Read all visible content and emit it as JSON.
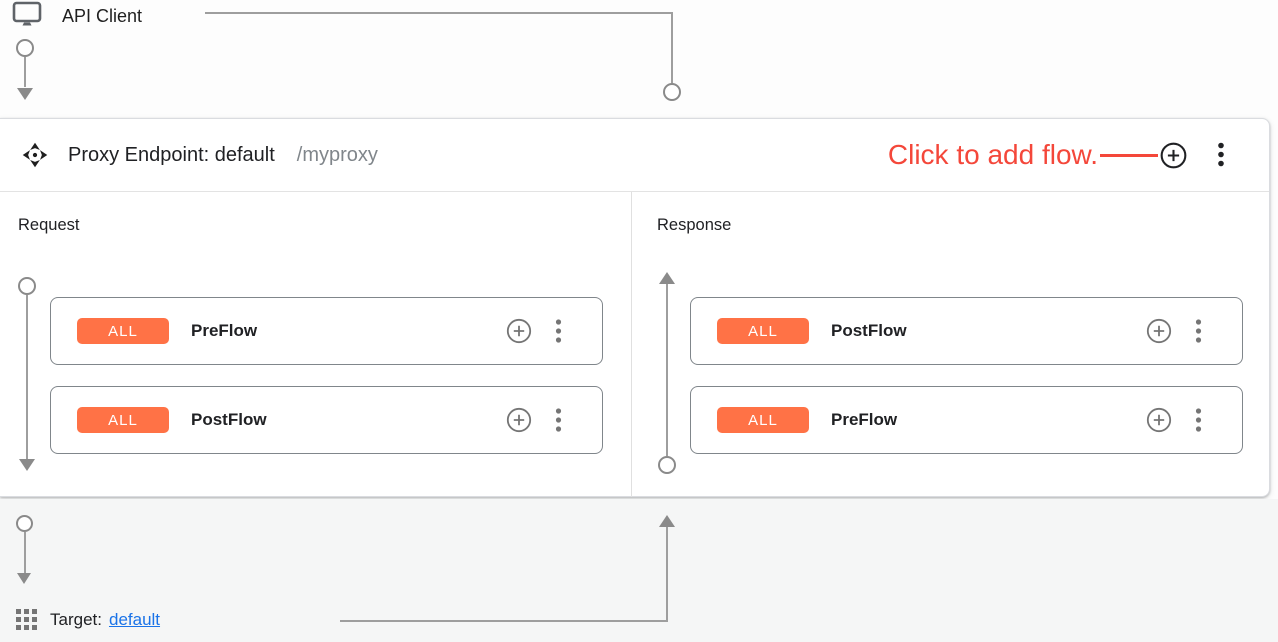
{
  "api_client": {
    "label": "API Client"
  },
  "endpoint": {
    "title": "Proxy Endpoint: default",
    "path": "/myproxy",
    "annotation": "Click to add flow.",
    "request": {
      "label": "Request",
      "flows": [
        {
          "condition": "ALL",
          "name": "PreFlow"
        },
        {
          "condition": "ALL",
          "name": "PostFlow"
        }
      ]
    },
    "response": {
      "label": "Response",
      "flows": [
        {
          "condition": "ALL",
          "name": "PostFlow"
        },
        {
          "condition": "ALL",
          "name": "PreFlow"
        }
      ]
    }
  },
  "target": {
    "label": "Target:",
    "link_text": "default"
  },
  "colors": {
    "annotation_red": "#f4473a",
    "badge_orange": "#ff7246",
    "link_blue": "#1a73e8",
    "connector_gray": "#8a8a8a"
  }
}
